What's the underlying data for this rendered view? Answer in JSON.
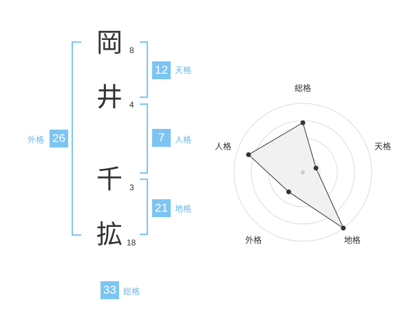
{
  "name_chars": [
    {
      "char": "岡",
      "strokes": "8"
    },
    {
      "char": "井",
      "strokes": "4"
    },
    {
      "char": "千",
      "strokes": "3"
    },
    {
      "char": "拡",
      "strokes": "18"
    }
  ],
  "kaku": {
    "ten": {
      "value": "12",
      "label": "天格"
    },
    "jin": {
      "value": "7",
      "label": "人格"
    },
    "chi": {
      "value": "21",
      "label": "地格"
    },
    "gai": {
      "value": "26",
      "label": "外格"
    },
    "sou": {
      "value": "33",
      "label": "総格"
    }
  },
  "colors": {
    "accent": "#7cc5f2",
    "label": "#6fb8ea",
    "fill": "#efefef",
    "ring": "#dcdcdc"
  },
  "chart_data": {
    "type": "radar",
    "axes": [
      "総格",
      "天格",
      "地格",
      "外格",
      "人格"
    ],
    "values": [
      0.72,
      0.2,
      1.0,
      0.35,
      0.83
    ],
    "rings": 4,
    "max": 1.0
  }
}
